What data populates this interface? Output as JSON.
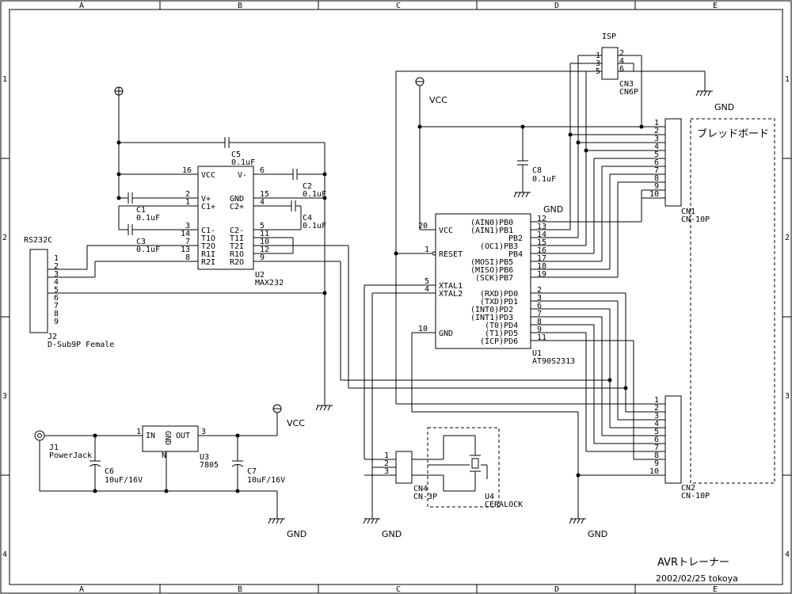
{
  "border": {
    "columns": [
      "A",
      "B",
      "C",
      "D",
      "E"
    ],
    "rows": [
      "1",
      "2",
      "3",
      "4"
    ]
  },
  "title_block": {
    "title": "AVRトレーナー",
    "date_author": "2002/02/25 tokoya"
  },
  "labels": {
    "vcc": "VCC",
    "gnd": "GND",
    "isp": "ISP",
    "breadboard": "ブレッドボード",
    "rs232c": "RS232C"
  },
  "components": {
    "u1": {
      "ref": "U1",
      "part": "AT90S2313",
      "left_pins": [
        {
          "num": "20",
          "name": "VCC"
        },
        {
          "num": "1",
          "name": "RESET"
        },
        {
          "num": "5",
          "name": "XTAL1"
        },
        {
          "num": "4",
          "name": "XTAL2"
        },
        {
          "num": "10",
          "name": "GND"
        }
      ],
      "right_pins": [
        {
          "num": "12",
          "name": "(AIN0)PB0"
        },
        {
          "num": "13",
          "name": "(AIN1)PB1"
        },
        {
          "num": "14",
          "name": "PB2"
        },
        {
          "num": "15",
          "name": "(OC1)PB3"
        },
        {
          "num": "16",
          "name": "PB4"
        },
        {
          "num": "17",
          "name": "(MOSI)PB5"
        },
        {
          "num": "18",
          "name": "(MISO)PB6"
        },
        {
          "num": "19",
          "name": "(SCK)PB7"
        },
        {
          "num": "2",
          "name": "(RXD)PD0"
        },
        {
          "num": "3",
          "name": "(TXD)PD1"
        },
        {
          "num": "6",
          "name": "(INT0)PD2"
        },
        {
          "num": "7",
          "name": "(INT1)PD3"
        },
        {
          "num": "8",
          "name": "(T0)PD4"
        },
        {
          "num": "9",
          "name": "(T1)PD5"
        },
        {
          "num": "11",
          "name": "(ICP)PD6"
        }
      ]
    },
    "u2": {
      "ref": "U2",
      "part": "MAX232",
      "left_pins": [
        {
          "num": "16",
          "name": "VCC"
        },
        {
          "num": "2",
          "name": "V+"
        },
        {
          "num": "1",
          "name": "C1+"
        },
        {
          "num": "3",
          "name": "C1-"
        },
        {
          "num": "14",
          "name": "T1O"
        },
        {
          "num": "7",
          "name": "T2O"
        },
        {
          "num": "13",
          "name": "R1I"
        },
        {
          "num": "8",
          "name": "R2I"
        }
      ],
      "right_pins": [
        {
          "num": "6",
          "name": "V-"
        },
        {
          "num": "15",
          "name": "GND"
        },
        {
          "num": "4",
          "name": "C2+"
        },
        {
          "num": "5",
          "name": "C2-"
        },
        {
          "num": "11",
          "name": "T1I"
        },
        {
          "num": "10",
          "name": "T2I"
        },
        {
          "num": "12",
          "name": "R1O"
        },
        {
          "num": "9",
          "name": "R2O"
        }
      ]
    },
    "u3": {
      "ref": "U3",
      "part": "7805",
      "in": "IN",
      "out": "OUT",
      "gnd": "GND",
      "pin_in": "1",
      "pin_out": "3",
      "pin_gnd": "N"
    },
    "u4": {
      "ref": "U4",
      "part": "CERALOCK"
    },
    "c1": {
      "ref": "C1",
      "value": "0.1uF"
    },
    "c2": {
      "ref": "C2",
      "value": "0.1uF"
    },
    "c3": {
      "ref": "C3",
      "value": "0.1uF"
    },
    "c4": {
      "ref": "C4",
      "value": "0.1uF"
    },
    "c5": {
      "ref": "C5",
      "value": "0.1uF"
    },
    "c6": {
      "ref": "C6",
      "value": "10uF/16V"
    },
    "c7": {
      "ref": "C7",
      "value": "10uF/16V"
    },
    "c8": {
      "ref": "C8",
      "value": "0.1uF"
    },
    "j1": {
      "ref": "J1",
      "part": "PowerJack"
    },
    "j2": {
      "ref": "J2",
      "part": "D-Sub9P Female",
      "pins": [
        "1",
        "2",
        "3",
        "4",
        "5",
        "6",
        "7",
        "8",
        "9"
      ]
    },
    "cn1": {
      "ref": "CN1",
      "part": "CN-10P",
      "pins": [
        "1",
        "2",
        "3",
        "4",
        "5",
        "6",
        "7",
        "8",
        "9",
        "10"
      ]
    },
    "cn2": {
      "ref": "CN2",
      "part": "CN-10P",
      "pins": [
        "1",
        "2",
        "3",
        "4",
        "5",
        "6",
        "7",
        "8",
        "9",
        "10"
      ]
    },
    "cn3": {
      "ref": "CN3",
      "part": "CN6P",
      "pins_left": [
        "1",
        "3",
        "5"
      ],
      "pins_right": [
        "2",
        "4",
        "6"
      ]
    },
    "cn4": {
      "ref": "CN4",
      "part": "CN-3P",
      "pins": [
        "1",
        "2",
        "3"
      ]
    }
  }
}
